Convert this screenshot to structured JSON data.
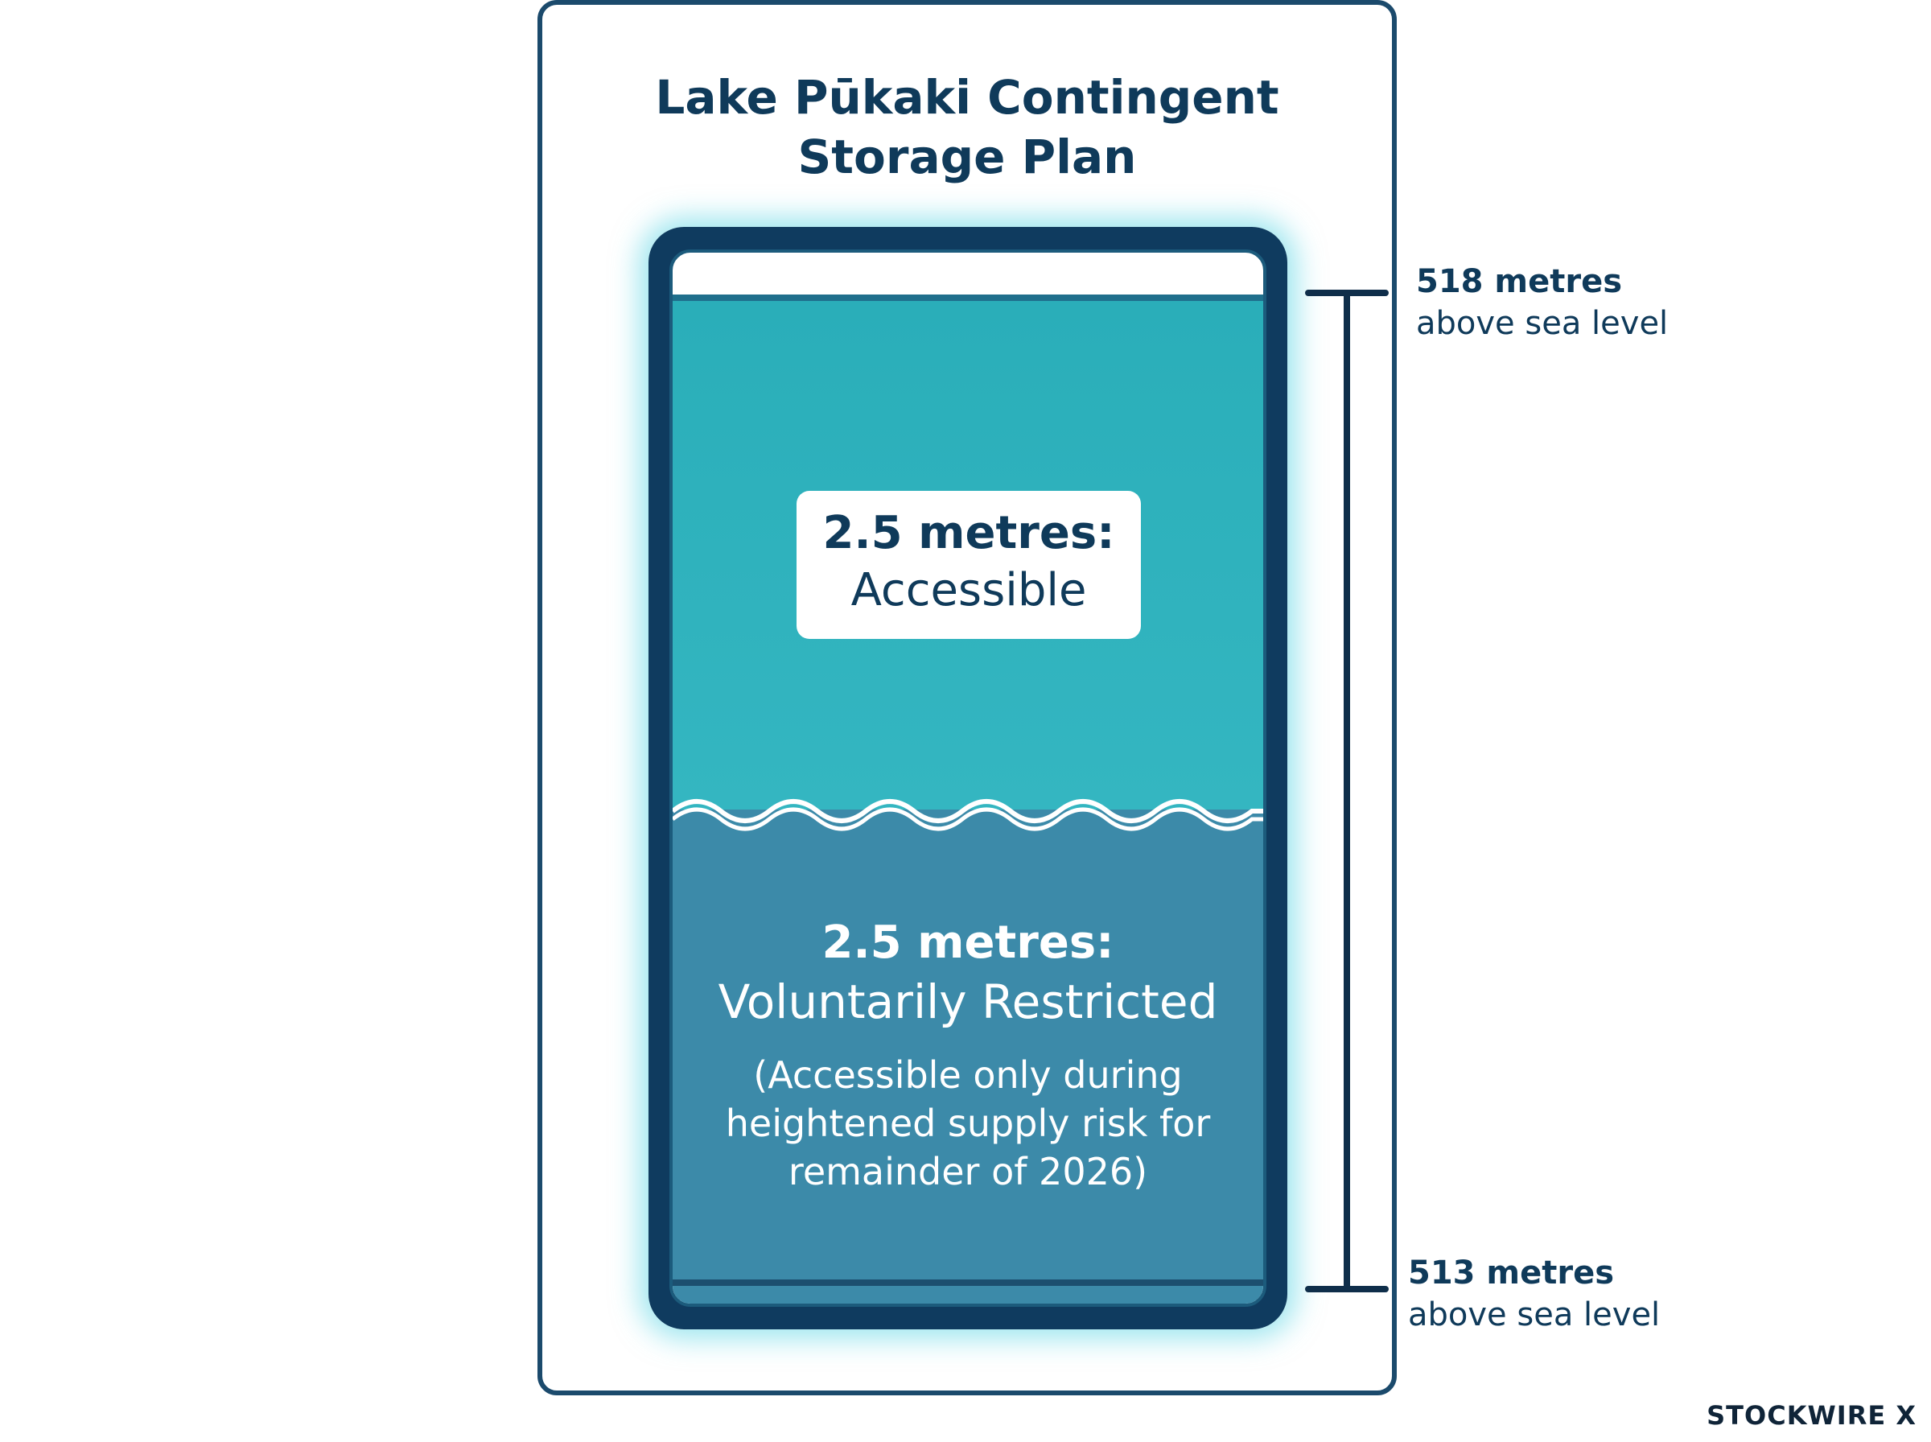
{
  "title": {
    "line1": "Lake Pūkaki Contingent",
    "line2": "Storage Plan"
  },
  "accessible": {
    "amount": "2.5 metres:",
    "label": "Accessible"
  },
  "restricted": {
    "amount": "2.5 metres:",
    "label": "Voluntarily Restricted",
    "note": "(Accessible only during heightened supply risk for remainder of 2026)"
  },
  "elevation_top": {
    "value": "518 metres",
    "unit": "above sea level"
  },
  "elevation_bottom": {
    "value": "513 metres",
    "unit": "above sea level"
  },
  "brand": "STOCKWIRE X",
  "colors": {
    "accessible_zone": "#2fb2bd",
    "restricted_zone": "#3c8aa9",
    "tank_border": "#0f3b5f",
    "text": "#0f3a5a"
  }
}
